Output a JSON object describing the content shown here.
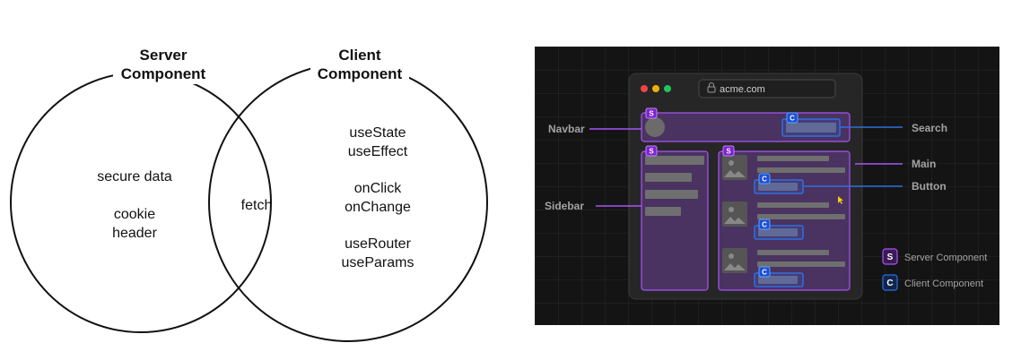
{
  "venn": {
    "server_title_line1": "Server",
    "server_title_line2": "Component",
    "client_title_line1": "Client",
    "client_title_line2": "Component",
    "server_only": [
      "secure data",
      "cookie",
      "header"
    ],
    "shared": [
      "fetch"
    ],
    "client_only": [
      "useState",
      "useEffect",
      "onClick",
      "onChange",
      "useRouter",
      "useParams"
    ]
  },
  "illustration": {
    "url": "acme.com",
    "labels": {
      "navbar": "Navbar",
      "sidebar": "Sidebar",
      "search": "Search",
      "main": "Main",
      "button": "Button"
    },
    "badges": {
      "server": "S",
      "client": "C"
    },
    "legend": {
      "server": "Server Component",
      "client": "Client Component"
    },
    "colors": {
      "server": "#a855f7",
      "client": "#2f6fe0",
      "background": "#141414",
      "window": "#262626"
    }
  }
}
